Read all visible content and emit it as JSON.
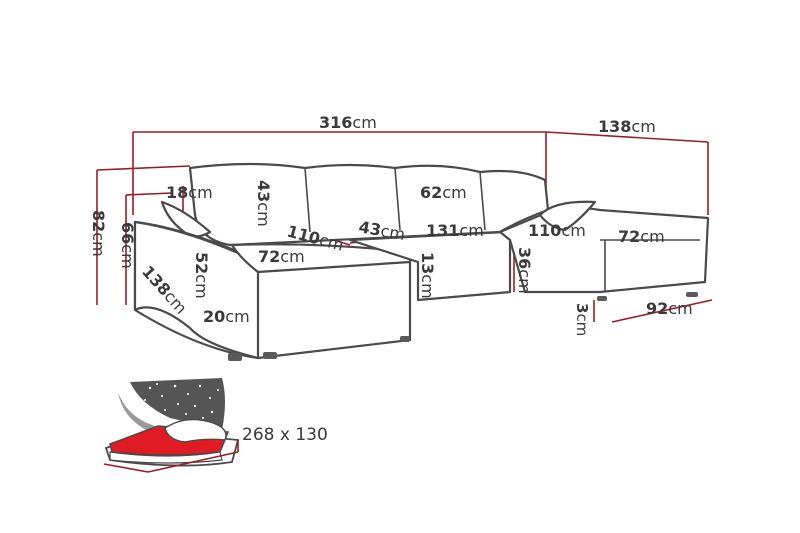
{
  "dimensions": {
    "total_width": "316",
    "chaise_width": "138",
    "backrest_height": "18",
    "cushion_height": "43",
    "back_cushion_width": "62",
    "total_height": "82",
    "seat_back_height": "66",
    "corner_depth": "110",
    "seat_depth_left": "72",
    "seat_offset": "43",
    "center_width": "131",
    "right_depth": "110",
    "seat_depth_right": "72",
    "armrest_height": "52",
    "chaise_length": "138",
    "seat_height_center": "13",
    "right_height": "36",
    "arm_width": "20",
    "leg_height": "3",
    "right_chaise_width": "92"
  },
  "unit": "cm",
  "bed": {
    "size": "268 x 130"
  },
  "colors": {
    "measure": "#9b1b2a",
    "outline": "#4a4a4a",
    "text": "#3a3a3a",
    "bed_red": "#e01b24",
    "night": "#555555"
  },
  "icons": {
    "bed": "sofa-bed-icon",
    "stars": "night-sky-icon"
  }
}
